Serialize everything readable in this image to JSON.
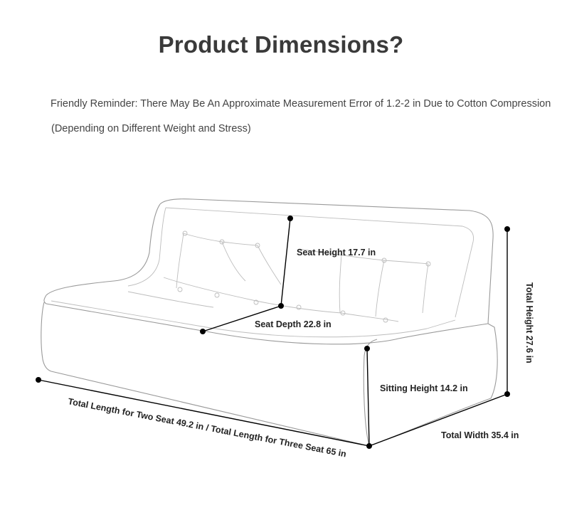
{
  "page": {
    "title": "Product Dimensions?",
    "reminder_line1": "Friendly Reminder: There May Be An Approximate Measurement Error of 1.2-2 in Due to Cotton Compression",
    "reminder_line2": "(Depending on Different Weight and Stress)"
  },
  "dimensions": {
    "seat_height": "Seat Height 17.7 in",
    "seat_depth": "Seat Depth 22.8 in",
    "sitting_height": "Sitting Height 14.2 in",
    "total_height": "Total Height 27.6 in",
    "total_width": "Total Width 35.4 in",
    "total_length": "Total Length for Two Seat 49.2 in / Total Length for Three Seat 65 in"
  },
  "colors": {
    "title": "#3a3a3a",
    "text": "#444444",
    "sketch": "#9a9a9a",
    "dimension_line": "#000000"
  }
}
